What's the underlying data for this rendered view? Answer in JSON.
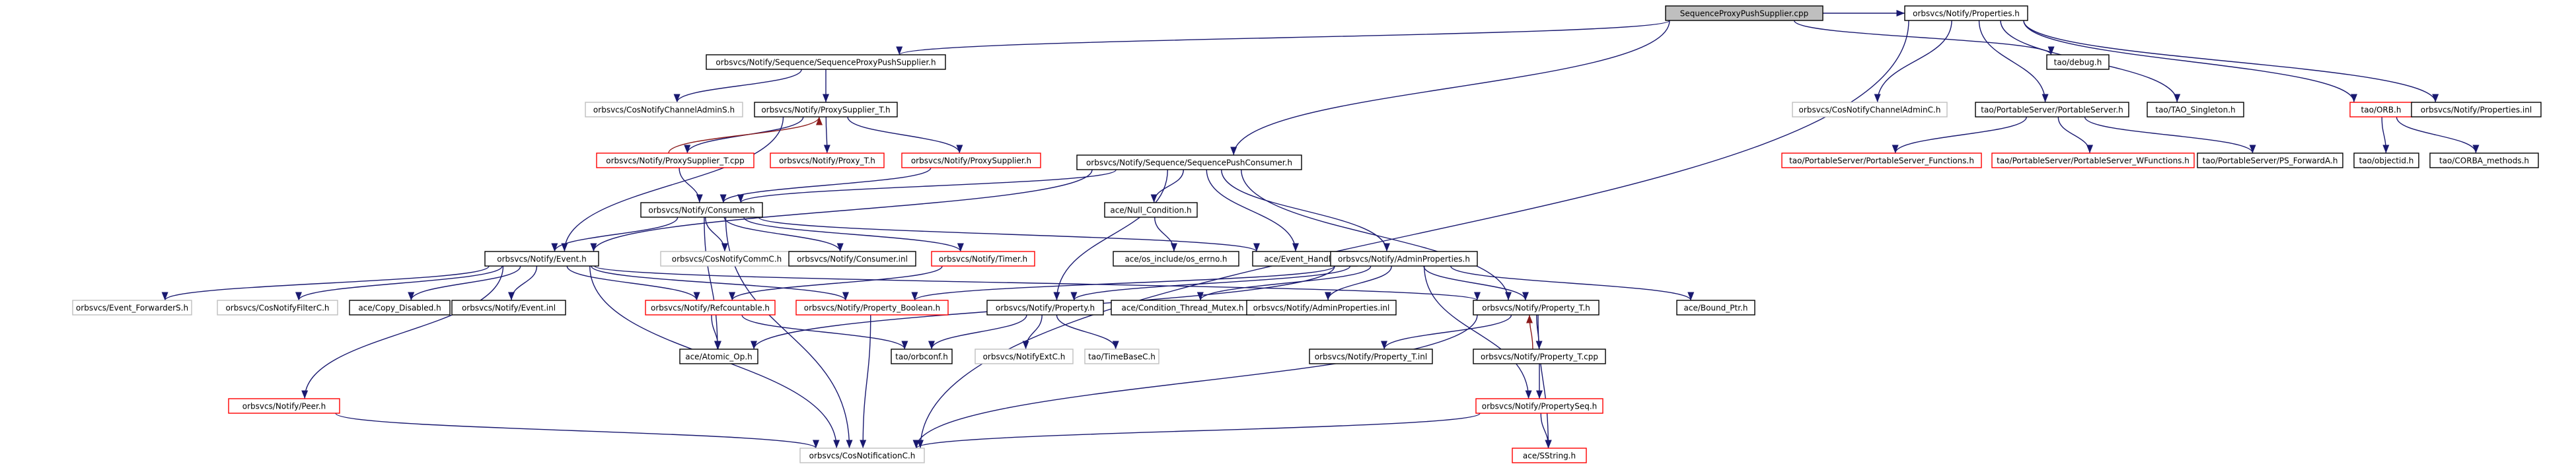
{
  "colors": {
    "edge": "#191970",
    "edge_cycle": "#8b1a1a",
    "border_default": "#000000",
    "border_truncated": "#ff0000",
    "border_missing": "#bfbfbf",
    "fill_root": "#bfbfbf",
    "fill_default": "#ffffff",
    "text": "#000000"
  },
  "nodes": [
    {
      "id": "root",
      "label": "SequenceProxyPushSupplier.cpp",
      "style": "root"
    },
    {
      "id": "n1",
      "label": "orbsvcs/Notify/Sequence/SequenceProxyPushSupplier.h",
      "style": "default"
    },
    {
      "id": "n2",
      "label": "orbsvcs/CosNotifyChannelAdminS.h",
      "style": "missing"
    },
    {
      "id": "n3",
      "label": "orbsvcs/Notify/ProxySupplier_T.h",
      "style": "default"
    },
    {
      "id": "n4",
      "label": "orbsvcs/Notify/ProxySupplier_T.cpp",
      "style": "truncated"
    },
    {
      "id": "n5",
      "label": "orbsvcs/Notify/Proxy_T.h",
      "style": "truncated"
    },
    {
      "id": "n6",
      "label": "orbsvcs/Notify/ProxySupplier.h",
      "style": "truncated"
    },
    {
      "id": "n7",
      "label": "orbsvcs/Notify/Sequence/SequencePushConsumer.h",
      "style": "default"
    },
    {
      "id": "n8",
      "label": "ace/Null_Condition.h",
      "style": "default"
    },
    {
      "id": "n9",
      "label": "orbsvcs/Notify/Consumer.h",
      "style": "default"
    },
    {
      "id": "n10",
      "label": "orbsvcs/CosNotifyCommC.h",
      "style": "missing"
    },
    {
      "id": "n11",
      "label": "orbsvcs/Notify/Consumer.inl",
      "style": "default"
    },
    {
      "id": "n12",
      "label": "orbsvcs/Notify/Timer.h",
      "style": "truncated"
    },
    {
      "id": "n13",
      "label": "ace/os_include/os_errno.h",
      "style": "default"
    },
    {
      "id": "n14",
      "label": "ace/Event_Handler.h",
      "style": "default"
    },
    {
      "id": "n15",
      "label": "orbsvcs/Notify/AdminProperties.h",
      "style": "default"
    },
    {
      "id": "n16",
      "label": "orbsvcs/Notify/Event.h",
      "style": "default"
    },
    {
      "id": "n17",
      "label": "orbsvcs/Event_ForwarderS.h",
      "style": "missing"
    },
    {
      "id": "n18",
      "label": "orbsvcs/CosNotifyFilterC.h",
      "style": "missing"
    },
    {
      "id": "n19",
      "label": "ace/Copy_Disabled.h",
      "style": "default"
    },
    {
      "id": "n20",
      "label": "orbsvcs/Notify/Event.inl",
      "style": "default"
    },
    {
      "id": "n21",
      "label": "orbsvcs/Notify/Refcountable.h",
      "style": "truncated"
    },
    {
      "id": "n22",
      "label": "orbsvcs/Notify/Property_Boolean.h",
      "style": "truncated"
    },
    {
      "id": "n23",
      "label": "orbsvcs/Notify/Property.h",
      "style": "default"
    },
    {
      "id": "n24",
      "label": "ace/Condition_Thread_Mutex.h",
      "style": "default"
    },
    {
      "id": "n25",
      "label": "orbsvcs/Notify/AdminProperties.inl",
      "style": "default"
    },
    {
      "id": "n26",
      "label": "orbsvcs/Notify/Property_T.h",
      "style": "default"
    },
    {
      "id": "n27",
      "label": "ace/Bound_Ptr.h",
      "style": "default"
    },
    {
      "id": "n28",
      "label": "ace/Atomic_Op.h",
      "style": "default"
    },
    {
      "id": "n29",
      "label": "tao/orbconf.h",
      "style": "default"
    },
    {
      "id": "n30",
      "label": "orbsvcs/NotifyExtC.h",
      "style": "missing"
    },
    {
      "id": "n31",
      "label": "tao/TimeBaseC.h",
      "style": "missing"
    },
    {
      "id": "n32",
      "label": "orbsvcs/Notify/Property_T.inl",
      "style": "default"
    },
    {
      "id": "n33",
      "label": "orbsvcs/Notify/Property_T.cpp",
      "style": "default"
    },
    {
      "id": "n34",
      "label": "orbsvcs/Notify/PropertySeq.h",
      "style": "truncated"
    },
    {
      "id": "n35",
      "label": "orbsvcs/Notify/Peer.h",
      "style": "truncated"
    },
    {
      "id": "n36",
      "label": "orbsvcs/CosNotificationC.h",
      "style": "missing"
    },
    {
      "id": "n37",
      "label": "ace/SString.h",
      "style": "truncated"
    },
    {
      "id": "n38",
      "label": "orbsvcs/Notify/Properties.h",
      "style": "default"
    },
    {
      "id": "n39",
      "label": "tao/debug.h",
      "style": "default"
    },
    {
      "id": "n40",
      "label": "orbsvcs/CosNotifyChannelAdminC.h",
      "style": "missing"
    },
    {
      "id": "n41",
      "label": "tao/PortableServer/PortableServer.h",
      "style": "default"
    },
    {
      "id": "n42",
      "label": "tao/TAO_Singleton.h",
      "style": "default"
    },
    {
      "id": "n43",
      "label": "tao/ORB.h",
      "style": "truncated"
    },
    {
      "id": "n44",
      "label": "orbsvcs/Notify/Properties.inl",
      "style": "default"
    },
    {
      "id": "n45",
      "label": "tao/PortableServer/PortableServer_Functions.h",
      "style": "truncated"
    },
    {
      "id": "n46",
      "label": "tao/PortableServer/PortableServer_WFunctions.h",
      "style": "truncated"
    },
    {
      "id": "n47",
      "label": "tao/PortableServer/PS_ForwardA.h",
      "style": "default"
    },
    {
      "id": "n48",
      "label": "tao/objectid.h",
      "style": "default"
    },
    {
      "id": "n49",
      "label": "tao/CORBA_methods.h",
      "style": "default"
    }
  ],
  "edges": [
    {
      "from": "root",
      "to": "n1"
    },
    {
      "from": "root",
      "to": "n7"
    },
    {
      "from": "root",
      "to": "n38"
    },
    {
      "from": "root",
      "to": "n39"
    },
    {
      "from": "n1",
      "to": "n2"
    },
    {
      "from": "n1",
      "to": "n3"
    },
    {
      "from": "n3",
      "to": "n4"
    },
    {
      "from": "n4",
      "to": "n3",
      "cycle": true
    },
    {
      "from": "n3",
      "to": "n5"
    },
    {
      "from": "n3",
      "to": "n6"
    },
    {
      "from": "n3",
      "to": "n16"
    },
    {
      "from": "n4",
      "to": "n9"
    },
    {
      "from": "n6",
      "to": "n9"
    },
    {
      "from": "n7",
      "to": "n8"
    },
    {
      "from": "n7",
      "to": "n9"
    },
    {
      "from": "n7",
      "to": "n14"
    },
    {
      "from": "n7",
      "to": "n15"
    },
    {
      "from": "n7",
      "to": "n16"
    },
    {
      "from": "n7",
      "to": "n23"
    },
    {
      "from": "n7",
      "to": "n26"
    },
    {
      "from": "n8",
      "to": "n13"
    },
    {
      "from": "n9",
      "to": "n10"
    },
    {
      "from": "n9",
      "to": "n11"
    },
    {
      "from": "n9",
      "to": "n12"
    },
    {
      "from": "n9",
      "to": "n14"
    },
    {
      "from": "n9",
      "to": "n16"
    },
    {
      "from": "n9",
      "to": "n28"
    },
    {
      "from": "n9",
      "to": "n36"
    },
    {
      "from": "n12",
      "to": "n21"
    },
    {
      "from": "n15",
      "to": "n22"
    },
    {
      "from": "n15",
      "to": "n23"
    },
    {
      "from": "n15",
      "to": "n24"
    },
    {
      "from": "n15",
      "to": "n25"
    },
    {
      "from": "n15",
      "to": "n26"
    },
    {
      "from": "n15",
      "to": "n27"
    },
    {
      "from": "n15",
      "to": "n28"
    },
    {
      "from": "n15",
      "to": "n34"
    },
    {
      "from": "n16",
      "to": "n17"
    },
    {
      "from": "n16",
      "to": "n18"
    },
    {
      "from": "n16",
      "to": "n19"
    },
    {
      "from": "n16",
      "to": "n20"
    },
    {
      "from": "n16",
      "to": "n21"
    },
    {
      "from": "n16",
      "to": "n22"
    },
    {
      "from": "n16",
      "to": "n26"
    },
    {
      "from": "n16",
      "to": "n35"
    },
    {
      "from": "n16",
      "to": "n36"
    },
    {
      "from": "n21",
      "to": "n28"
    },
    {
      "from": "n21",
      "to": "n29"
    },
    {
      "from": "n22",
      "to": "n36"
    },
    {
      "from": "n23",
      "to": "n29"
    },
    {
      "from": "n23",
      "to": "n30"
    },
    {
      "from": "n23",
      "to": "n31"
    },
    {
      "from": "n26",
      "to": "n32"
    },
    {
      "from": "n26",
      "to": "n33"
    },
    {
      "from": "n33",
      "to": "n26",
      "cycle": true
    },
    {
      "from": "n26",
      "to": "n37"
    },
    {
      "from": "n26",
      "to": "n36"
    },
    {
      "from": "n33",
      "to": "n34"
    },
    {
      "from": "n34",
      "to": "n37"
    },
    {
      "from": "n34",
      "to": "n36"
    },
    {
      "from": "n35",
      "to": "n36"
    },
    {
      "from": "n38",
      "to": "n40"
    },
    {
      "from": "n38",
      "to": "n41"
    },
    {
      "from": "n38",
      "to": "n42"
    },
    {
      "from": "n38",
      "to": "n43"
    },
    {
      "from": "n38",
      "to": "n44"
    },
    {
      "from": "n38",
      "to": "n36"
    },
    {
      "from": "n41",
      "to": "n45"
    },
    {
      "from": "n41",
      "to": "n46"
    },
    {
      "from": "n41",
      "to": "n47"
    },
    {
      "from": "n43",
      "to": "n48"
    },
    {
      "from": "n43",
      "to": "n49"
    }
  ]
}
